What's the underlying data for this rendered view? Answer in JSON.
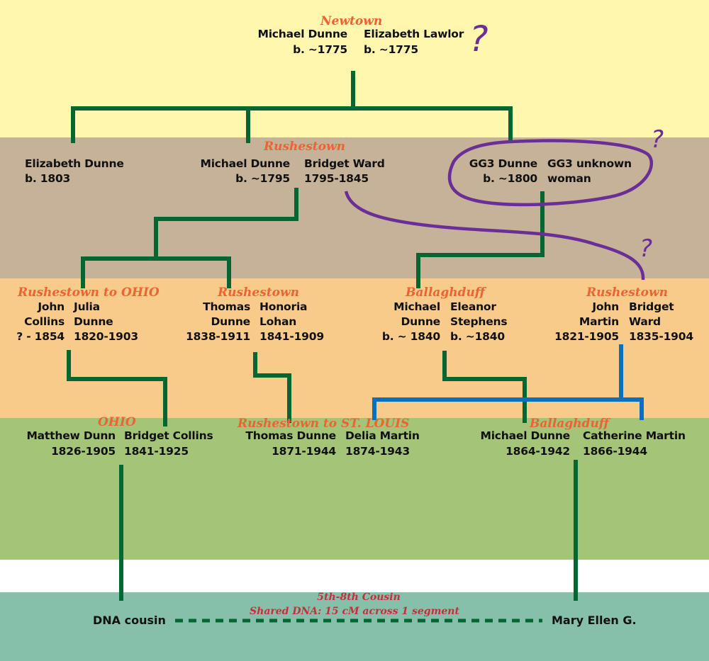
{
  "colors": {
    "band_gen1": "#fff7ae",
    "band_gen2": "#c5b299",
    "band_gen3": "#f9cb8b",
    "band_gen4": "#a4c577",
    "band_gap": "#ffffff",
    "band_dna": "#86c0ab",
    "line_green": "#036633",
    "line_blue": "#0b6fbf",
    "line_purple": "#6a2e96",
    "place_text": "#ee6333",
    "dna_text": "#c4303a"
  },
  "generation1": {
    "place": "Newtown",
    "couple": {
      "husband": {
        "name": "Michael Dunne",
        "dates": "b. ~1775"
      },
      "wife": {
        "name": "Elizabeth Lawlor",
        "dates": "b. ~1775"
      }
    },
    "question_mark": "?"
  },
  "generation2": {
    "elizabeth": {
      "name": "Elizabeth Dunne",
      "dates": "b. 1803"
    },
    "place": "Rushestown",
    "couple": {
      "husband": {
        "name": "Michael Dunne",
        "dates": "b. ~1795"
      },
      "wife": {
        "name": "Bridget Ward",
        "dates": "1795-1845"
      }
    },
    "gg3_couple": {
      "husband": {
        "name": "GG3 Dunne",
        "dates": "b. ~1800"
      },
      "wife": {
        "name": "GG3 unknown",
        "dates": "woman"
      }
    },
    "gg3_question_mark": "?",
    "link_question_mark": "?"
  },
  "generation3": {
    "collins": {
      "place": "Rushestown to OHIO",
      "husband": {
        "first": "John",
        "last": "Collins",
        "dates": "? - 1854"
      },
      "wife": {
        "first": "Julia",
        "last": "Dunne",
        "dates": "1820-1903"
      }
    },
    "thomas": {
      "place": "Rushestown",
      "husband": {
        "first": "Thomas",
        "last": "Dunne",
        "dates": "1838-1911"
      },
      "wife": {
        "first": "Honoria",
        "last": "Lohan",
        "dates": "1841-1909"
      }
    },
    "michael": {
      "place": "Ballaghduff",
      "husband": {
        "first": "Michael",
        "last": "Dunne",
        "dates": "b. ~ 1840"
      },
      "wife": {
        "first": "Eleanor",
        "last": "Stephens",
        "dates": "b. ~1840"
      }
    },
    "martin": {
      "place": "Rushestown",
      "husband": {
        "first": "John",
        "last": "Martin",
        "dates": "1821-1905"
      },
      "wife": {
        "first": "Bridget",
        "last": "Ward",
        "dates": "1835-1904"
      }
    }
  },
  "generation4": {
    "ohio": {
      "place": "OHIO",
      "husband": {
        "name": "Matthew Dunn",
        "dates": "1826-1905"
      },
      "wife": {
        "name": "Bridget Collins",
        "dates": "1841-1925"
      }
    },
    "stlouis": {
      "place": "Rushestown to ST. LOUIS",
      "husband": {
        "name": "Thomas Dunne",
        "dates": "1871-1944"
      },
      "wife": {
        "name": "Delia Martin",
        "dates": "1874-1943"
      }
    },
    "ballaghduff": {
      "place": "Ballaghduff",
      "husband": {
        "name": "Michael Dunne",
        "dates": "1864-1942"
      },
      "wife": {
        "name": "Catherine Martin",
        "dates": "1866-1944"
      }
    }
  },
  "dna_match": {
    "relationship": "5th-8th Cousin",
    "shared": "Shared DNA: 15 cM across 1 segment",
    "left_person": "DNA cousin",
    "right_person": "Mary Ellen G."
  }
}
